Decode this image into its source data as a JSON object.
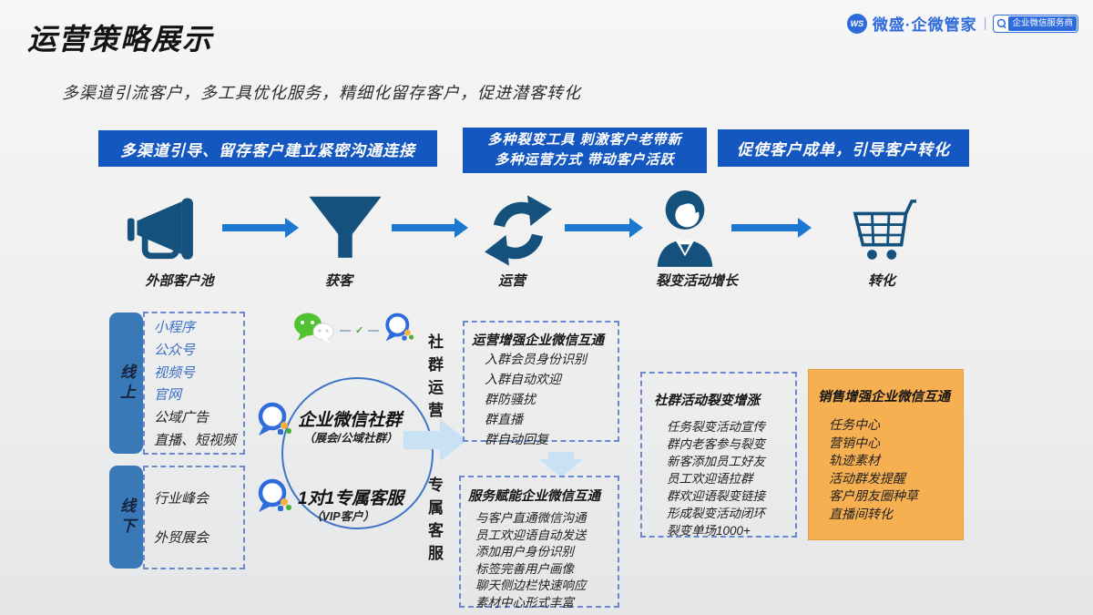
{
  "page": {
    "title": "运营策略展示",
    "subtitle": "多渠道引流客户，多工具优化服务，精细化留存客户，促进潜客转化"
  },
  "brand": {
    "logo_badge": "WS",
    "name": "微盛·企微管家",
    "divider": "|",
    "badge": "企业微信服务商"
  },
  "banners": [
    {
      "lines": [
        "多渠道引导、留存客户建立紧密沟通连接"
      ]
    },
    {
      "lines": [
        "多种裂变工具 刺激客户老带新",
        "多种运营方式 带动客户活跃"
      ]
    },
    {
      "lines": [
        "促使客户成单，引导客户转化"
      ]
    }
  ],
  "funnel_stages": [
    {
      "label": "外部客户池",
      "icon": "megaphone-icon"
    },
    {
      "label": "获客",
      "icon": "funnel-icon"
    },
    {
      "label": "运营",
      "icon": "cycle-icon"
    },
    {
      "label": "裂变活动增长",
      "icon": "person-icon"
    },
    {
      "label": "转化",
      "icon": "cart-icon"
    }
  ],
  "channels": {
    "online": {
      "label": "线上",
      "items": [
        {
          "label": "小程序"
        },
        {
          "label": "公众号"
        },
        {
          "label": "视频号"
        },
        {
          "label": "官网"
        },
        {
          "label": "公域广告"
        },
        {
          "label": "直播、短视频"
        }
      ]
    },
    "offline": {
      "label": "线下",
      "items": [
        {
          "label": "行业峰会"
        },
        {
          "label": "外贸展会"
        }
      ]
    }
  },
  "wecom_hub": {
    "entries": [
      {
        "title": "企业微信社群",
        "subtitle": "（展会/公域社群）"
      },
      {
        "title": "1对1专属客服",
        "subtitle": "（VIP客户）"
      }
    ]
  },
  "vertical_labels": [
    "社群运营",
    "专属客服"
  ],
  "panels": {
    "operation": {
      "title": "运营增强企业微信互通",
      "items": [
        "入群会员身份识别",
        "入群自动欢迎",
        "群防骚扰",
        "群直播",
        "群自动回复"
      ]
    },
    "service": {
      "title": "服务赋能企业微信互通",
      "items": [
        "与客户直通微信沟通",
        "员工欢迎语自动发送",
        "添加用户身份识别",
        "标签完善用户画像",
        "聊天侧边栏快速响应",
        "素材中心形式丰富"
      ]
    },
    "fission": {
      "title": "社群活动裂变增涨",
      "items": [
        "任务裂变活动宣传",
        "群内老客参与裂变",
        "新客添加员工好友",
        "员工欢迎语拉群",
        "群欢迎语裂变链接",
        "形成裂变活动闭环",
        "裂变单场1000+"
      ]
    },
    "sales": {
      "title": "销售增强企业微信互通",
      "items": [
        "任务中心",
        "营销中心",
        "轨迹素材",
        "活动群发提醒",
        "客户朋友圈种草",
        "直播间转化"
      ]
    }
  },
  "icons": {
    "brand_logo": "speech-bubble-ws",
    "badge_icon": "wecom-bubble-magnifier",
    "stage_arrow": "right-arrow",
    "wechat": "wechat-logo",
    "wecom": "wecom-logo",
    "light_right_arrow": "light-right-arrow",
    "light_down_arrow": "light-down-arrow"
  },
  "colors": {
    "banner_blue": "#1557c0",
    "icon_navy": "#14517c",
    "arrow_blue": "#1b77cf",
    "bar_blue": "#3a79b8",
    "dashed_border": "#6b87cf",
    "accent_text_blue": "#3b6ec9",
    "brand_blue": "#2e6bdb",
    "orange_panel": "#f6b052",
    "light_arrow": "#c9e2f3",
    "wechat_green": "#51c332"
  }
}
